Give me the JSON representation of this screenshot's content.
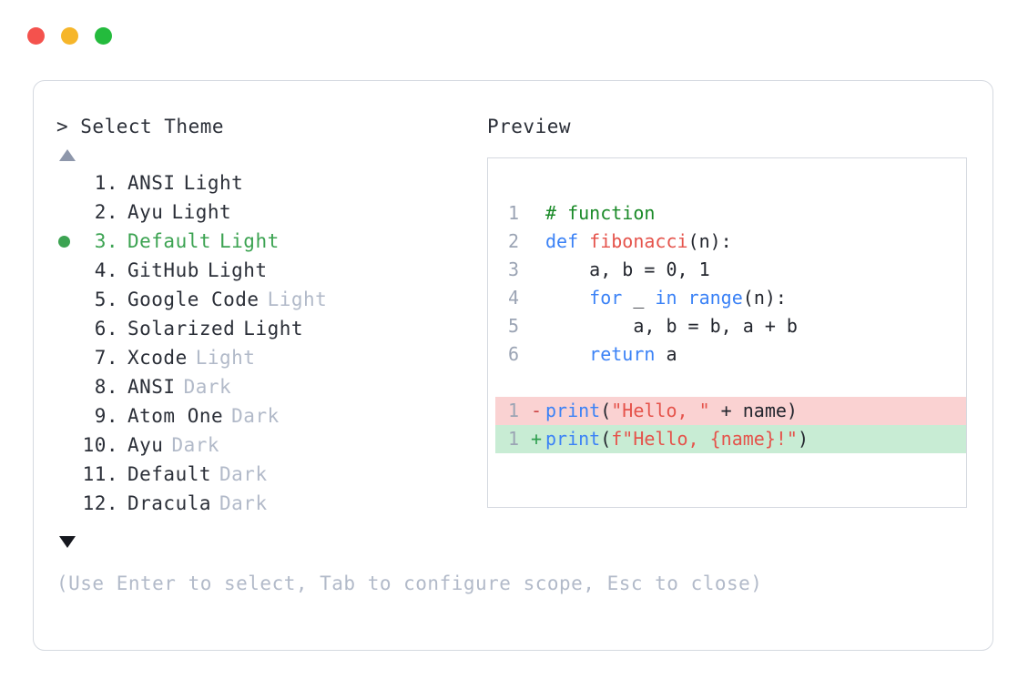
{
  "titlebar": {
    "dots": [
      {
        "name": "close-dot",
        "color": "#f4524d"
      },
      {
        "name": "minimize-dot",
        "color": "#f6b62a"
      },
      {
        "name": "maximize-dot",
        "color": "#24bb3d"
      }
    ]
  },
  "left": {
    "prompt": "> Select Theme",
    "scroll_up_indicator": "▲",
    "scroll_down_indicator": "▼",
    "items": [
      {
        "bullet": "",
        "num": "1.",
        "name": "ANSI",
        "suffix": "Light",
        "suffix_dim": false,
        "selected": false
      },
      {
        "bullet": "",
        "num": "2.",
        "name": "Ayu",
        "suffix": "Light",
        "suffix_dim": false,
        "selected": false
      },
      {
        "bullet": "●",
        "num": "3.",
        "name": "Default",
        "suffix": "Light",
        "suffix_dim": false,
        "selected": true
      },
      {
        "bullet": "",
        "num": "4.",
        "name": "GitHub",
        "suffix": "Light",
        "suffix_dim": false,
        "selected": false
      },
      {
        "bullet": "",
        "num": "5.",
        "name": "Google Code",
        "suffix": "Light",
        "suffix_dim": true,
        "selected": false
      },
      {
        "bullet": "",
        "num": "6.",
        "name": "Solarized",
        "suffix": "Light",
        "suffix_dim": false,
        "selected": false
      },
      {
        "bullet": "",
        "num": "7.",
        "name": "Xcode",
        "suffix": "Light",
        "suffix_dim": true,
        "selected": false
      },
      {
        "bullet": "",
        "num": "8.",
        "name": "ANSI",
        "suffix": "Dark",
        "suffix_dim": true,
        "selected": false
      },
      {
        "bullet": "",
        "num": "9.",
        "name": "Atom One",
        "suffix": "Dark",
        "suffix_dim": true,
        "selected": false
      },
      {
        "bullet": "",
        "num": "10.",
        "name": "Ayu",
        "suffix": "Dark",
        "suffix_dim": true,
        "selected": false
      },
      {
        "bullet": "",
        "num": "11.",
        "name": "Default",
        "suffix": "Dark",
        "suffix_dim": true,
        "selected": false
      },
      {
        "bullet": "",
        "num": "12.",
        "name": "Dracula",
        "suffix": "Dark",
        "suffix_dim": true,
        "selected": false
      }
    ],
    "hint": "(Use Enter to select, Tab to configure scope, Esc to close)"
  },
  "right": {
    "label": "Preview",
    "code_lines": [
      {
        "ln": "1",
        "marker": "",
        "tokens": [
          {
            "t": "# function",
            "c": "t-comment"
          }
        ]
      },
      {
        "ln": "2",
        "marker": "",
        "tokens": [
          {
            "t": "def ",
            "c": "t-keyword"
          },
          {
            "t": "fibonacci",
            "c": "t-func"
          },
          {
            "t": "(n):",
            "c": "t-plain"
          }
        ]
      },
      {
        "ln": "3",
        "marker": "",
        "tokens": [
          {
            "t": "    a, b = ",
            "c": "t-plain"
          },
          {
            "t": "0",
            "c": "t-number"
          },
          {
            "t": ", ",
            "c": "t-plain"
          },
          {
            "t": "1",
            "c": "t-number"
          }
        ]
      },
      {
        "ln": "4",
        "marker": "",
        "tokens": [
          {
            "t": "    ",
            "c": "t-plain"
          },
          {
            "t": "for",
            "c": "t-keyword"
          },
          {
            "t": " _ ",
            "c": "t-plain"
          },
          {
            "t": "in",
            "c": "t-keyword"
          },
          {
            "t": " ",
            "c": "t-plain"
          },
          {
            "t": "range",
            "c": "t-builtin"
          },
          {
            "t": "(n):",
            "c": "t-plain"
          }
        ]
      },
      {
        "ln": "5",
        "marker": "",
        "tokens": [
          {
            "t": "        a, b = b, a + b",
            "c": "t-plain"
          }
        ]
      },
      {
        "ln": "6",
        "marker": "",
        "tokens": [
          {
            "t": "    ",
            "c": "t-plain"
          },
          {
            "t": "return",
            "c": "t-keyword"
          },
          {
            "t": " a",
            "c": "t-plain"
          }
        ]
      }
    ],
    "diff_lines": [
      {
        "ln": "1",
        "marker": "-",
        "kind": "del",
        "tokens": [
          {
            "t": "print",
            "c": "t-builtin"
          },
          {
            "t": "(",
            "c": "t-plain"
          },
          {
            "t": "\"Hello, \"",
            "c": "t-string"
          },
          {
            "t": " + name)",
            "c": "t-plain"
          }
        ]
      },
      {
        "ln": "1",
        "marker": "+",
        "kind": "add",
        "tokens": [
          {
            "t": "print",
            "c": "t-builtin"
          },
          {
            "t": "(",
            "c": "t-plain"
          },
          {
            "t": "f\"Hello, ",
            "c": "t-string"
          },
          {
            "t": "{name}",
            "c": "t-string"
          },
          {
            "t": "!\"",
            "c": "t-string"
          },
          {
            "t": ")",
            "c": "t-plain"
          }
        ]
      }
    ]
  },
  "colors": {
    "selected_green": "#3ca352",
    "dim_gray": "#b2bac9",
    "border": "#d5d9e0",
    "diff_removed_bg": "#fad2d2",
    "diff_added_bg": "#c8ecd4"
  }
}
